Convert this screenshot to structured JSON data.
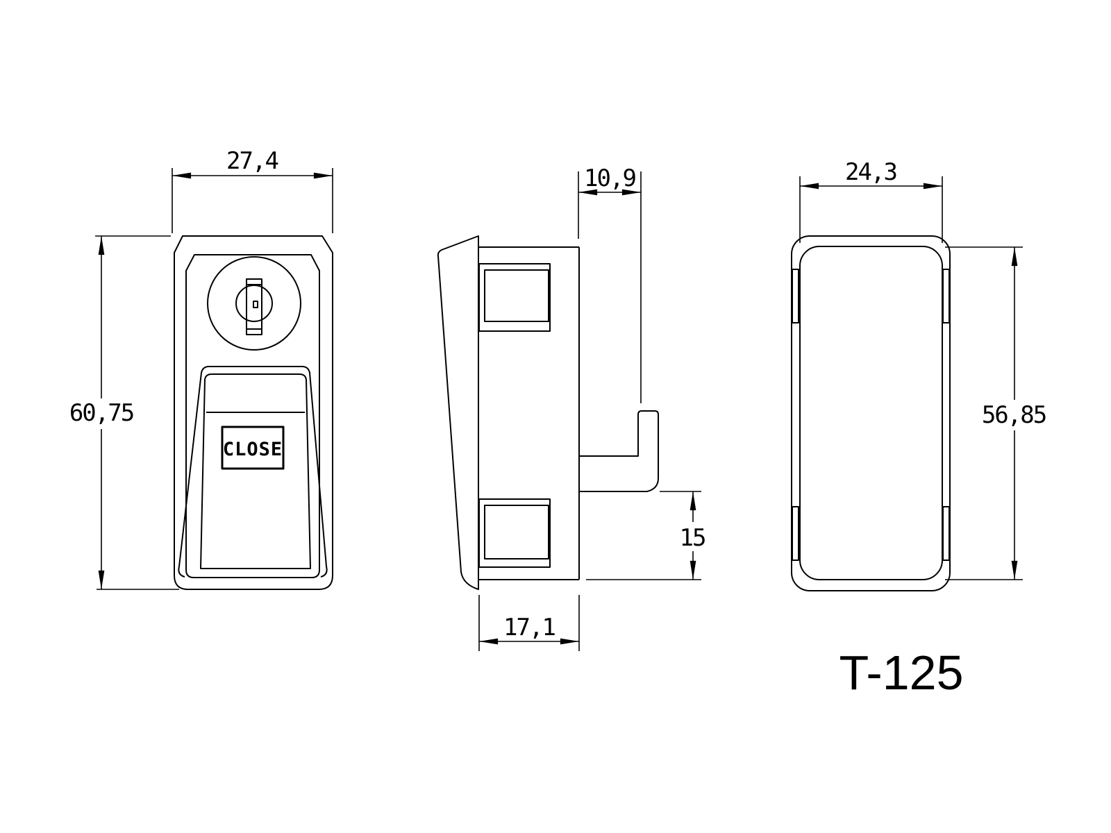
{
  "drawing": {
    "part_number": "T-125",
    "button_label": "CLOSE",
    "dimensions": {
      "front_width": "27,4",
      "front_height": "60,75",
      "hook_offset": "10,9",
      "body_depth": "17,1",
      "hook_to_bottom": "15",
      "back_width": "24,3",
      "back_height": "56,85"
    },
    "colors": {
      "line": "#000000",
      "background": "#ffffff"
    }
  }
}
